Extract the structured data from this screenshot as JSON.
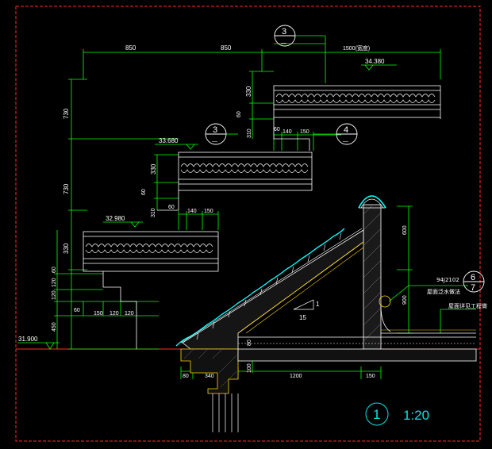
{
  "dimensions": {
    "top_left": "850",
    "top_right": "850",
    "top_span": "1500(宽度)",
    "v_730_upper": "730",
    "v_730_lower": "730",
    "v_330_left": "330",
    "v_330_mid": "330",
    "v_330_top": "330",
    "v_60_a": "60",
    "v_60_b": "60",
    "v_60_c": "60",
    "v_310_a": "310",
    "v_310_b": "310",
    "h_60_a": "60",
    "h_140_a": "140",
    "h_150_a": "150",
    "h_60_b": "60",
    "h_140_b": "140",
    "h_150_b": "150",
    "v_120_a": "120",
    "v_120_b": "120",
    "v_450": "450",
    "h_60_c": "60",
    "h_150_c": "150",
    "h_120_c": "120",
    "h_120_d": "120",
    "v_600": "600",
    "v_900": "900",
    "v_100": "100",
    "v_80": "80",
    "h_80": "80",
    "h_340": "340",
    "h_1200": "1200",
    "h_150_d": "150",
    "slope_1": "1",
    "slope_15": "15"
  },
  "levels": {
    "top": "34.380",
    "mid": "33.680",
    "low": "32.980",
    "ground": "31.900"
  },
  "bubbles": {
    "b1_num": "3",
    "b1_den": "—",
    "b2_num": "3",
    "b2_den": "—",
    "b3_num": "4",
    "b3_den": "—",
    "b4_num": "6",
    "b4_den": "7"
  },
  "notes": {
    "ref_code": "94J2102",
    "roof_waterproof": "屋面泛水做法",
    "roof_detail": "屋面详见工程做"
  },
  "scale": {
    "number": "1",
    "ratio": "1:20"
  }
}
